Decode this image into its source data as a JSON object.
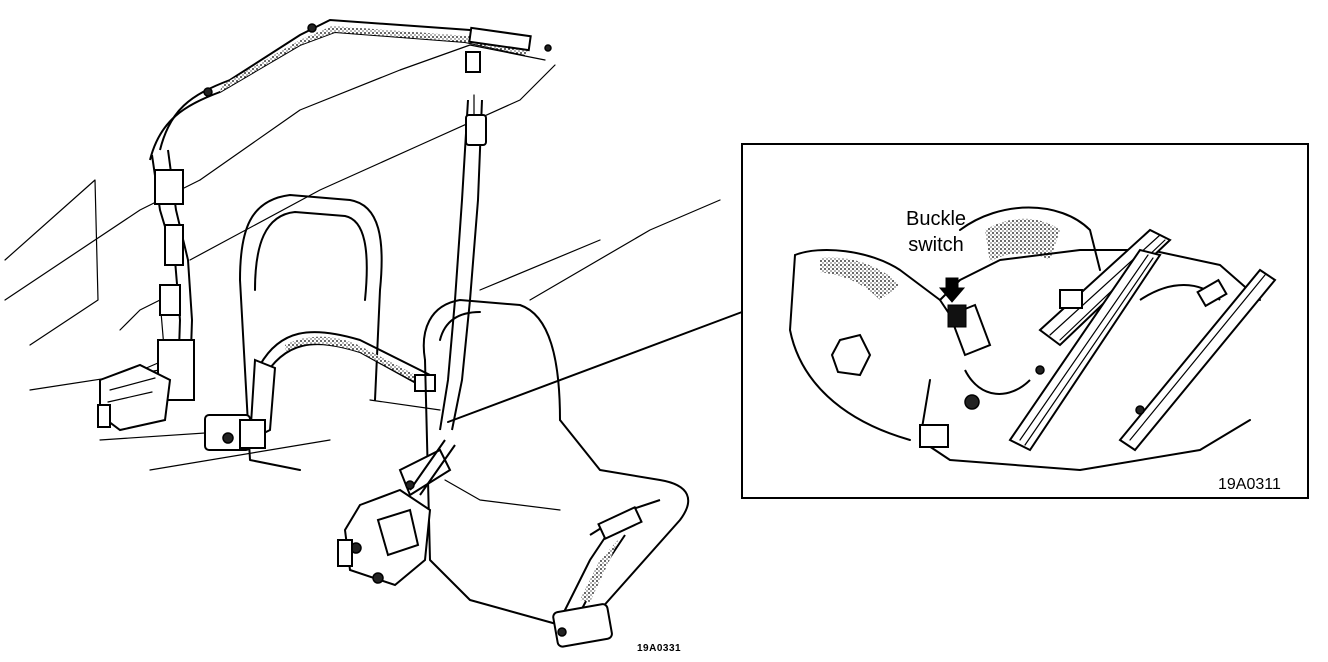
{
  "figure": {
    "inset_label_line1": "Buckle",
    "inset_label_line2": "switch",
    "inset_code": "19A0311",
    "main_code": "19A0331"
  },
  "icons": {
    "arrow": "pointer-arrow-icon"
  }
}
